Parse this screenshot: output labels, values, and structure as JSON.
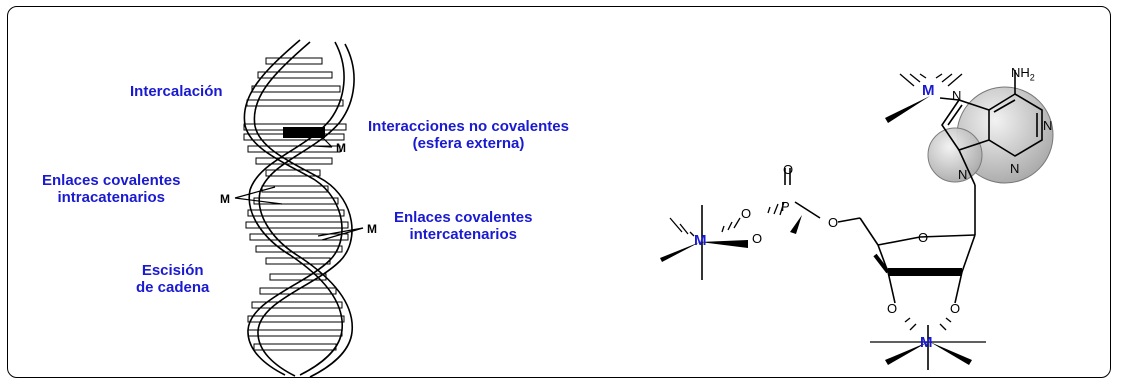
{
  "labels": {
    "intercalation": "Intercalación",
    "noncovalent_line1": "Interacciones no covalentes",
    "noncovalent_line2": "(esfera externa)",
    "intrastrand_line1": "Enlaces covalentes",
    "intrastrand_line2": "intracatenarios",
    "interstrand_line1": "Enlaces covalentes",
    "interstrand_line2": "intercatenarios",
    "cleavage_line1": "Escisión",
    "cleavage_line2": "de cadena"
  },
  "dna_metal_symbol": "M",
  "molecule": {
    "metal_symbol": "M",
    "oxygen": "O",
    "phosphorus": "P",
    "nitrogen": "N",
    "amine": "NH",
    "amine_subscript": "2"
  },
  "colors": {
    "label_blue": "#1a1ad0",
    "metal_blue": "#1a1ad0",
    "sphere_gray": "#c8c8c8"
  }
}
